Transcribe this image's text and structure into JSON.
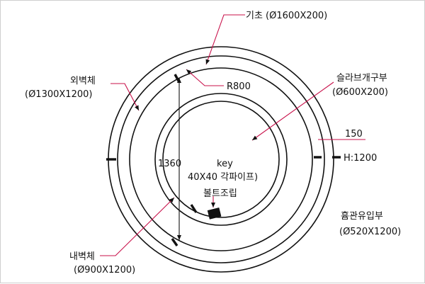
{
  "colors": {
    "line": "#111111",
    "leader": "#c8104a",
    "background": "#ffffff"
  },
  "labels": {
    "foundation": "기초 (Ø1600X200)",
    "outer_wall_name": "외벽체",
    "outer_wall_size": "(Ø1300X1200)",
    "slab_opening_name": "슬라브개구부",
    "slab_opening_size": "(Ø600X200)",
    "radius": "R800",
    "thickness": "150",
    "height": "H:1200",
    "key_name": "key",
    "key_size": "40X40 각파이프)",
    "inner_span": "1360",
    "bolt": "볼트조립",
    "inflow_name": "흄관유입부",
    "inflow_size": "(Ø520X1200)",
    "inner_wall_name": "내벽체",
    "inner_wall_size": "(Ø900X1200)"
  }
}
